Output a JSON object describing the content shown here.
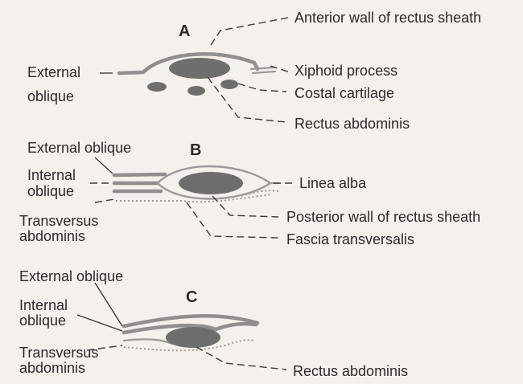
{
  "panel_a": {
    "letter": "A",
    "labels": {
      "anterior_wall": "Anterior wall of rectus sheath",
      "external_line1": "External",
      "external_line2": "oblique",
      "xiphoid": "Xiphoid process",
      "costal": "Costal cartilage",
      "rectus": "Rectus abdominis"
    }
  },
  "panel_b": {
    "letter": "B",
    "labels": {
      "external_oblique": "External oblique",
      "internal_line1": "Internal",
      "internal_line2": "oblique",
      "linea_alba": "Linea alba",
      "transversus_line1": "Transversus",
      "transversus_line2": "abdominis",
      "posterior_wall": "Posterior wall of rectus sheath",
      "fascia": "Fascia transversalis"
    }
  },
  "panel_c": {
    "letter": "C",
    "labels": {
      "external_oblique": "External oblique",
      "internal_line1": "Internal",
      "internal_line2": "oblique",
      "transversus_line1": "Transversus",
      "transversus_line2": "abdominis",
      "rectus": "Rectus abdominis"
    }
  }
}
